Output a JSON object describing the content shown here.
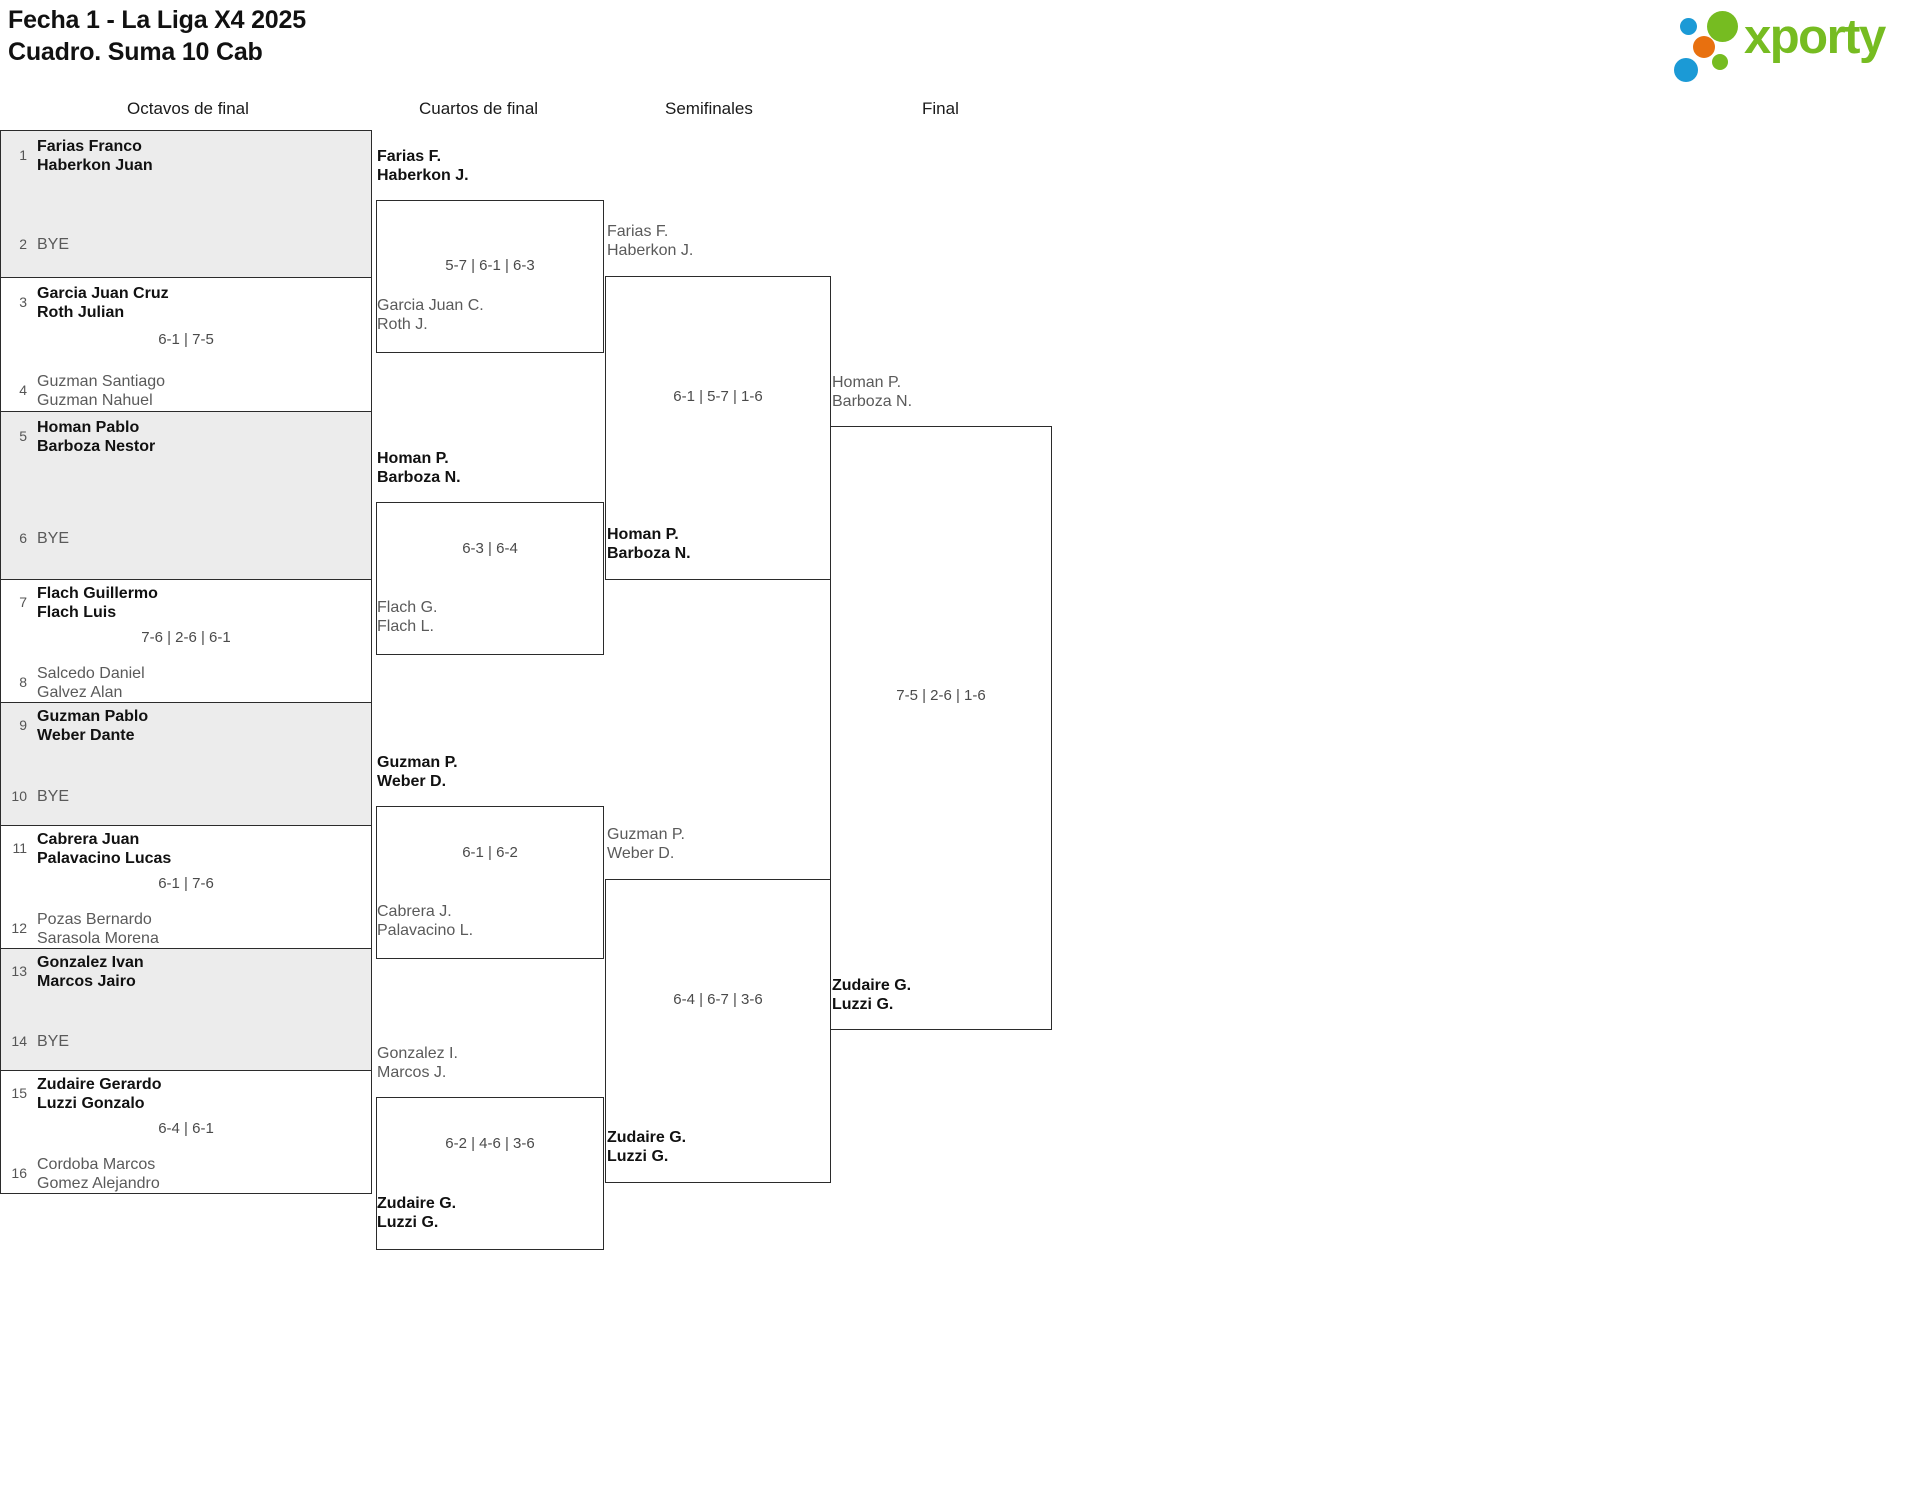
{
  "header": {
    "title_line1": "Fecha 1 - La Liga X4 2025",
    "title_line2": "Cuadro. Suma 10 Cab",
    "logo_text": "xporty",
    "logo_colors": {
      "green": "#76bc21",
      "blue": "#1b9ad6",
      "orange": "#e8700f"
    }
  },
  "rounds": [
    {
      "label": "Octavos de final"
    },
    {
      "label": "Cuartos de final"
    },
    {
      "label": "Semifinales"
    },
    {
      "label": "Final"
    }
  ],
  "round1": {
    "matches": [
      {
        "shaded": true,
        "top": {
          "seed": "1",
          "name1": "Farias Franco",
          "name2": "Haberkon Juan",
          "status": "winner"
        },
        "bottom": {
          "seed": "2",
          "name1": "BYE",
          "name2": "",
          "status": "bye"
        },
        "score": ""
      },
      {
        "shaded": false,
        "top": {
          "seed": "3",
          "name1": "Garcia Juan Cruz",
          "name2": "Roth Julian",
          "status": "winner"
        },
        "bottom": {
          "seed": "4",
          "name1": "Guzman Santiago",
          "name2": "Guzman Nahuel",
          "status": "loser"
        },
        "score": "6-1 | 7-5"
      },
      {
        "shaded": true,
        "top": {
          "seed": "5",
          "name1": "Homan Pablo",
          "name2": "Barboza Nestor",
          "status": "winner"
        },
        "bottom": {
          "seed": "6",
          "name1": "BYE",
          "name2": "",
          "status": "bye"
        },
        "score": ""
      },
      {
        "shaded": false,
        "top": {
          "seed": "7",
          "name1": "Flach Guillermo",
          "name2": "Flach Luis",
          "status": "winner"
        },
        "bottom": {
          "seed": "8",
          "name1": "Salcedo Daniel",
          "name2": "Galvez Alan",
          "status": "loser"
        },
        "score": "7-6 | 2-6 | 6-1"
      },
      {
        "shaded": true,
        "top": {
          "seed": "9",
          "name1": "Guzman Pablo",
          "name2": "Weber Dante",
          "status": "winner"
        },
        "bottom": {
          "seed": "10",
          "name1": "BYE",
          "name2": "",
          "status": "bye"
        },
        "score": ""
      },
      {
        "shaded": false,
        "top": {
          "seed": "11",
          "name1": "Cabrera Juan",
          "name2": "Palavacino Lucas",
          "status": "winner"
        },
        "bottom": {
          "seed": "12",
          "name1": "Pozas Bernardo",
          "name2": "Sarasola Morena",
          "status": "loser"
        },
        "score": "6-1 | 7-6"
      },
      {
        "shaded": true,
        "top": {
          "seed": "13",
          "name1": "Gonzalez Ivan",
          "name2": "Marcos Jairo",
          "status": "winner"
        },
        "bottom": {
          "seed": "14",
          "name1": "BYE",
          "name2": "",
          "status": "bye"
        },
        "score": ""
      },
      {
        "shaded": false,
        "top": {
          "seed": "15",
          "name1": "Zudaire Gerardo",
          "name2": "Luzzi Gonzalo",
          "status": "winner"
        },
        "bottom": {
          "seed": "16",
          "name1": "Cordoba Marcos",
          "name2": "Gomez Alejandro",
          "status": "loser"
        },
        "score": "6-4 | 6-1"
      }
    ]
  },
  "round2": {
    "matches": [
      {
        "above": {
          "name1": "Farias F.",
          "name2": "Haberkon J.",
          "status": "winner"
        },
        "below": {
          "name1": "Garcia Juan C.",
          "name2": "Roth J.",
          "status": "loser"
        },
        "score": "5-7 | 6-1 | 6-3"
      },
      {
        "above": {
          "name1": "Homan P.",
          "name2": "Barboza N.",
          "status": "winner"
        },
        "below": {
          "name1": "Flach G.",
          "name2": "Flach L.",
          "status": "loser"
        },
        "score": "6-3 | 6-4"
      },
      {
        "above": {
          "name1": "Guzman P.",
          "name2": "Weber D.",
          "status": "winner"
        },
        "below": {
          "name1": "Cabrera J.",
          "name2": "Palavacino L.",
          "status": "loser"
        },
        "score": "6-1 | 6-2"
      },
      {
        "above": {
          "name1": "Gonzalez I.",
          "name2": "Marcos J.",
          "status": "loser"
        },
        "below": {
          "name1": "Zudaire G.",
          "name2": "Luzzi G.",
          "status": "winner"
        },
        "score": "6-2 | 4-6 | 3-6"
      }
    ]
  },
  "round3": {
    "matches": [
      {
        "above": {
          "name1": "Farias F.",
          "name2": "Haberkon J.",
          "status": "loser"
        },
        "below": {
          "name1": "Homan P.",
          "name2": "Barboza N.",
          "status": "winner"
        },
        "score": "6-1 | 5-7 | 1-6"
      },
      {
        "above": {
          "name1": "Guzman P.",
          "name2": "Weber D.",
          "status": "loser"
        },
        "below": {
          "name1": "Zudaire G.",
          "name2": "Luzzi G.",
          "status": "winner"
        },
        "score": "6-4 | 6-7 | 3-6"
      }
    ]
  },
  "round4": {
    "matches": [
      {
        "above": {
          "name1": "Homan P.",
          "name2": "Barboza N.",
          "status": "loser"
        },
        "below": {
          "name1": "Zudaire G.",
          "name2": "Luzzi G.",
          "status": "winner"
        },
        "score": "7-5 | 2-6 | 1-6"
      }
    ]
  }
}
